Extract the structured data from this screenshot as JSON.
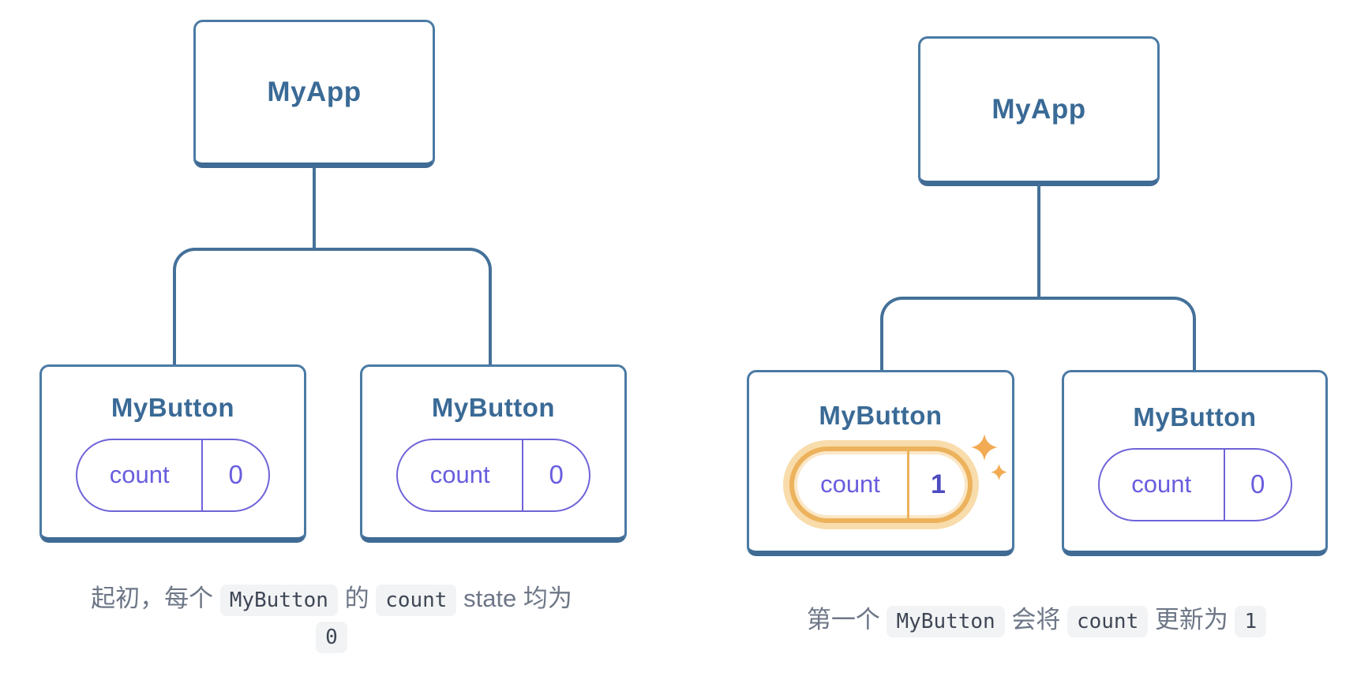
{
  "colors": {
    "node_border": "#4a7aa4",
    "node_border_bottom": "#3f6b94",
    "node_title": "#3a6a96",
    "connector": "#447199",
    "pill_border": "#6f63d8",
    "pill_text": "#695dde",
    "highlight_border": "#ecb25c",
    "highlight_glow": "#f8dcab",
    "highlight_glow_light": "#fbe7c6",
    "highlight_value": "#4d4bc0",
    "sparkle": "#f2ab54",
    "caption_text": "#6e7787",
    "chip_bg": "#f2f3f4",
    "chip_text": "#3f4756"
  },
  "diagrams": [
    {
      "root": {
        "label": "MyApp"
      },
      "children": [
        {
          "label": "MyButton",
          "state_key": "count",
          "state_value": "0",
          "highlighted": false
        },
        {
          "label": "MyButton",
          "state_key": "count",
          "state_value": "0",
          "highlighted": false
        }
      ],
      "caption_segments": [
        {
          "text": "起初，每个 "
        },
        {
          "text": "MyButton",
          "code": true
        },
        {
          "text": " 的 "
        },
        {
          "text": "count",
          "code": true
        },
        {
          "text": " state 均为"
        },
        {
          "break": true
        },
        {
          "text": "0",
          "code": true
        }
      ]
    },
    {
      "root": {
        "label": "MyApp"
      },
      "children": [
        {
          "label": "MyButton",
          "state_key": "count",
          "state_value": "1",
          "highlighted": true
        },
        {
          "label": "MyButton",
          "state_key": "count",
          "state_value": "0",
          "highlighted": false
        }
      ],
      "caption_segments": [
        {
          "text": "第一个 "
        },
        {
          "text": "MyButton",
          "code": true
        },
        {
          "text": " 会将 "
        },
        {
          "text": "count",
          "code": true
        },
        {
          "text": " 更新为 "
        },
        {
          "text": "1",
          "code": true
        }
      ]
    }
  ]
}
